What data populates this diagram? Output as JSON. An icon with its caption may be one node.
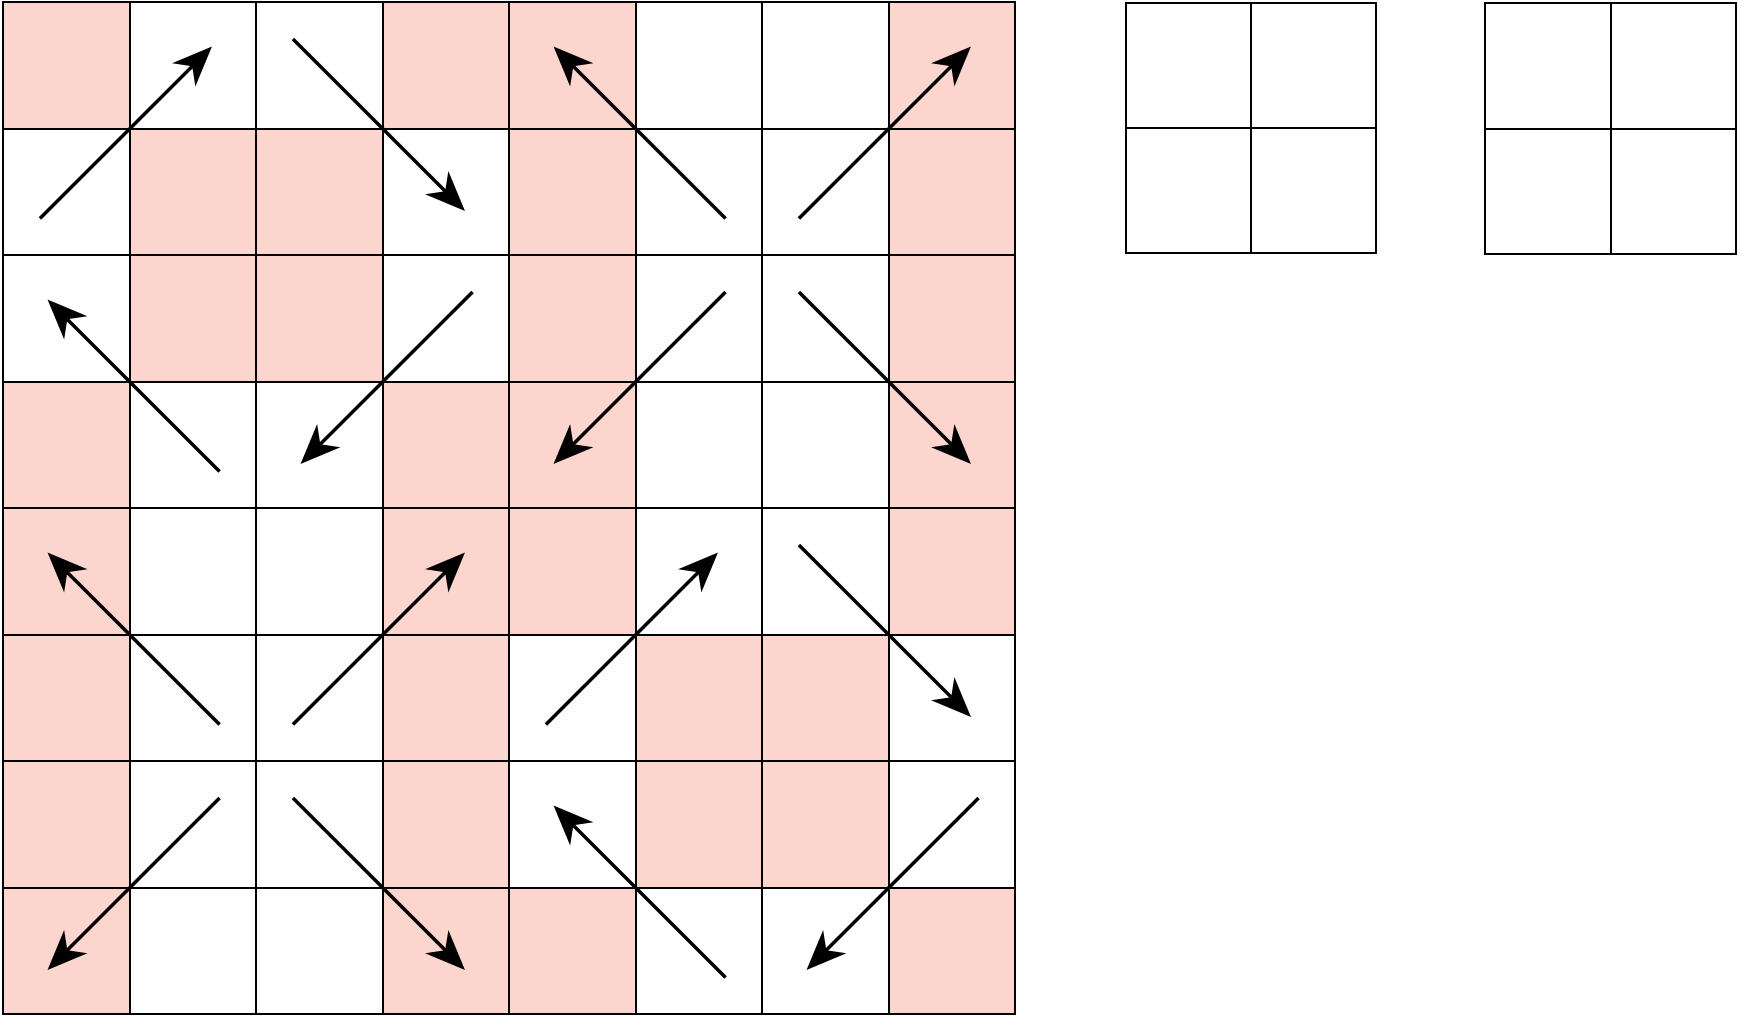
{
  "diagram": {
    "nodes": [
      {
        "text": [],
        "shape": "grid"
      },
      {
        "text": [],
        "shape": "box",
        "in": 0
      },
      {
        "text": [],
        "shape": "box",
        "in": 0
      },
      {
        "text": [],
        "shape": "box",
        "in": 0
      },
      {
        "text": [],
        "shape": "box",
        "in": 0
      },
      {
        "text": [],
        "shape": "box",
        "in": 0
      },
      {
        "text": [],
        "shape": "box",
        "in": 0
      },
      {
        "text": [],
        "shape": "box",
        "in": 0
      },
      {
        "text": [],
        "shape": "box",
        "in": 0
      },
      {
        "text": [],
        "shape": "box",
        "in": 0
      },
      {
        "text": [],
        "shape": "box",
        "in": 0
      },
      {
        "text": [],
        "shape": "box",
        "in": 0
      },
      {
        "text": [],
        "shape": "box",
        "in": 0
      },
      {
        "text": [],
        "shape": "box",
        "in": 0
      },
      {
        "text": [],
        "shape": "box",
        "in": 0
      },
      {
        "text": [],
        "shape": "box",
        "in": 0
      },
      {
        "text": [],
        "shape": "box",
        "in": 0
      },
      {
        "text": [],
        "shape": "box",
        "in": 0
      },
      {
        "text": [],
        "shape": "box",
        "in": 0
      },
      {
        "text": [],
        "shape": "box",
        "in": 0
      },
      {
        "text": [],
        "shape": "box",
        "in": 0
      },
      {
        "text": [],
        "shape": "box",
        "in": 0
      },
      {
        "text": [],
        "shape": "box",
        "in": 0
      },
      {
        "text": [],
        "shape": "box",
        "in": 0
      },
      {
        "text": [],
        "shape": "box",
        "in": 0
      },
      {
        "text": [],
        "shape": "box",
        "in": 0
      },
      {
        "text": [],
        "shape": "box",
        "in": 0
      },
      {
        "text": [],
        "shape": "box",
        "in": 0
      },
      {
        "text": [],
        "shape": "box",
        "in": 0
      },
      {
        "text": [],
        "shape": "box",
        "in": 0
      },
      {
        "text": [],
        "shape": "box",
        "in": 0
      },
      {
        "text": [],
        "shape": "box",
        "in": 0
      },
      {
        "text": [],
        "shape": "box",
        "in": 0
      },
      {
        "text": [],
        "shape": "box",
        "in": 0
      },
      {
        "text": [],
        "shape": "box",
        "in": 0
      },
      {
        "text": [],
        "shape": "box",
        "in": 0
      },
      {
        "text": [],
        "shape": "box",
        "in": 0
      },
      {
        "text": [],
        "shape": "box",
        "in": 0
      },
      {
        "text": [],
        "shape": "box",
        "in": 0
      },
      {
        "text": [],
        "shape": "box",
        "in": 0
      },
      {
        "text": [],
        "shape": "box",
        "in": 0
      },
      {
        "text": [],
        "shape": "box",
        "in": 0
      },
      {
        "text": [],
        "shape": "box",
        "in": 0
      },
      {
        "text": [],
        "shape": "box",
        "in": 0
      },
      {
        "text": [],
        "shape": "box",
        "in": 0
      },
      {
        "text": [],
        "shape": "box",
        "in": 0
      },
      {
        "text": [],
        "shape": "box",
        "in": 0
      },
      {
        "text": [],
        "shape": "box",
        "in": 0
      },
      {
        "text": [],
        "shape": "box",
        "in": 0
      },
      {
        "text": [],
        "shape": "box",
        "in": 0
      },
      {
        "text": [],
        "shape": "box",
        "in": 0
      },
      {
        "text": [],
        "shape": "box",
        "in": 0
      },
      {
        "text": [],
        "shape": "box",
        "in": 0
      },
      {
        "text": [],
        "shape": "box",
        "in": 0
      },
      {
        "text": [],
        "shape": "box",
        "in": 0
      },
      {
        "text": [],
        "shape": "box",
        "in": 0
      },
      {
        "text": [],
        "shape": "box",
        "in": 0
      },
      {
        "text": [],
        "shape": "box",
        "in": 0
      },
      {
        "text": [],
        "shape": "box",
        "in": 0
      },
      {
        "text": [],
        "shape": "box",
        "in": 0
      },
      {
        "text": [],
        "shape": "box",
        "in": 0
      },
      {
        "text": [],
        "shape": "box",
        "in": 0
      },
      {
        "text": [],
        "shape": "box",
        "in": 0
      },
      {
        "text": [],
        "shape": "box",
        "in": 0
      },
      {
        "text": [],
        "shape": "box",
        "in": 0
      },
      {
        "text": [],
        "shape": "grid"
      },
      {
        "text": [],
        "shape": "box",
        "in": 65
      },
      {
        "text": [],
        "shape": "box",
        "in": 65
      },
      {
        "text": [],
        "shape": "box",
        "in": 65
      },
      {
        "text": [],
        "shape": "box",
        "in": 65
      },
      {
        "text": [],
        "shape": "grid"
      },
      {
        "text": [],
        "shape": "box",
        "in": 70
      },
      {
        "text": [],
        "shape": "box",
        "in": 70
      },
      {
        "text": [],
        "shape": "box",
        "in": 70
      },
      {
        "text": [],
        "shape": "box",
        "in": 70
      }
    ],
    "edges": [
      {
        "from": 9,
        "to": 2,
        "arrow": "to"
      },
      {
        "from": 3,
        "to": 12,
        "arrow": "to"
      },
      {
        "from": 14,
        "to": 5,
        "arrow": "to"
      },
      {
        "from": 15,
        "to": 8,
        "arrow": "to"
      },
      {
        "from": 26,
        "to": 17,
        "arrow": "to"
      },
      {
        "from": 20,
        "to": 27,
        "arrow": "to"
      },
      {
        "from": 22,
        "to": 29,
        "arrow": "to"
      },
      {
        "from": 23,
        "to": 32,
        "arrow": "to"
      },
      {
        "from": 42,
        "to": 33,
        "arrow": "to"
      },
      {
        "from": 43,
        "to": 36,
        "arrow": "to"
      },
      {
        "from": 45,
        "to": 38,
        "arrow": "to"
      },
      {
        "from": 39,
        "to": 48,
        "arrow": "to"
      },
      {
        "from": 50,
        "to": 57,
        "arrow": "to"
      },
      {
        "from": 51,
        "to": 60,
        "arrow": "to"
      },
      {
        "from": 62,
        "to": 53,
        "arrow": "to"
      },
      {
        "from": 56,
        "to": 63,
        "arrow": "to"
      }
    ]
  }
}
